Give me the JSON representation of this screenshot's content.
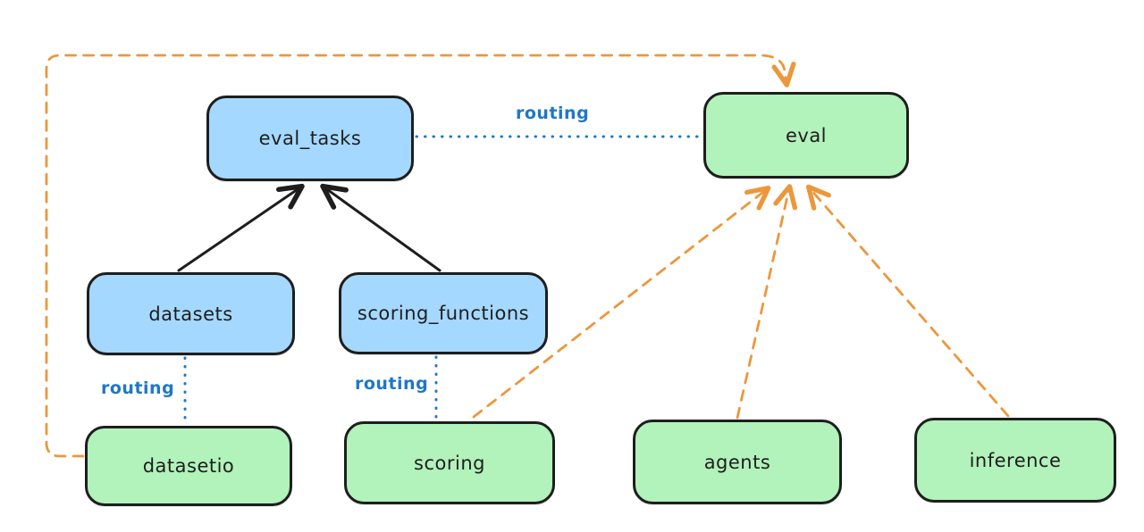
{
  "diagram": {
    "type": "architecture-diagram",
    "background": "#ffffff",
    "colors": {
      "api_fill": "#a5d8ff",
      "provider_fill": "#b2f2bb",
      "node_stroke": "#1e1e1e",
      "routing_color": "#1f77c8",
      "dependency_color": "#ec973c",
      "solid_arrow_color": "#1e1e1e"
    },
    "nodes": {
      "eval_tasks": {
        "label": "eval_tasks",
        "fill": "#a5d8ff"
      },
      "eval": {
        "label": "eval",
        "fill": "#b2f2bb"
      },
      "datasets": {
        "label": "datasets",
        "fill": "#a5d8ff"
      },
      "scoring_functions": {
        "label": "scoring_functions",
        "fill": "#a5d8ff"
      },
      "datasetio": {
        "label": "datasetio",
        "fill": "#b2f2bb"
      },
      "scoring": {
        "label": "scoring",
        "fill": "#b2f2bb"
      },
      "agents": {
        "label": "agents",
        "fill": "#b2f2bb"
      },
      "inference": {
        "label": "inference",
        "fill": "#b2f2bb"
      }
    },
    "labels": {
      "routing_top": "routing",
      "routing_datasets": "routing",
      "routing_scoring": "routing"
    },
    "edges": [
      {
        "from": "datasets",
        "to": "eval_tasks",
        "style": "solid",
        "color": "#1e1e1e",
        "arrow": true
      },
      {
        "from": "scoring_functions",
        "to": "eval_tasks",
        "style": "solid",
        "color": "#1e1e1e",
        "arrow": true
      },
      {
        "from": "eval_tasks",
        "to": "eval",
        "style": "dotted",
        "color": "#1f77c8",
        "arrow": false,
        "label": "routing"
      },
      {
        "from": "datasets",
        "to": "datasetio",
        "style": "dotted",
        "color": "#1f77c8",
        "arrow": false,
        "label": "routing"
      },
      {
        "from": "scoring_functions",
        "to": "scoring",
        "style": "dotted",
        "color": "#1f77c8",
        "arrow": false,
        "label": "routing"
      },
      {
        "from": "datasetio",
        "to": "eval",
        "style": "dashed",
        "color": "#ec973c",
        "arrow": true,
        "route": "left-and-over-top"
      },
      {
        "from": "scoring",
        "to": "eval",
        "style": "dashed",
        "color": "#ec973c",
        "arrow": true
      },
      {
        "from": "agents",
        "to": "eval",
        "style": "dashed",
        "color": "#ec973c",
        "arrow": true
      },
      {
        "from": "inference",
        "to": "eval",
        "style": "dashed",
        "color": "#ec973c",
        "arrow": true
      }
    ]
  }
}
